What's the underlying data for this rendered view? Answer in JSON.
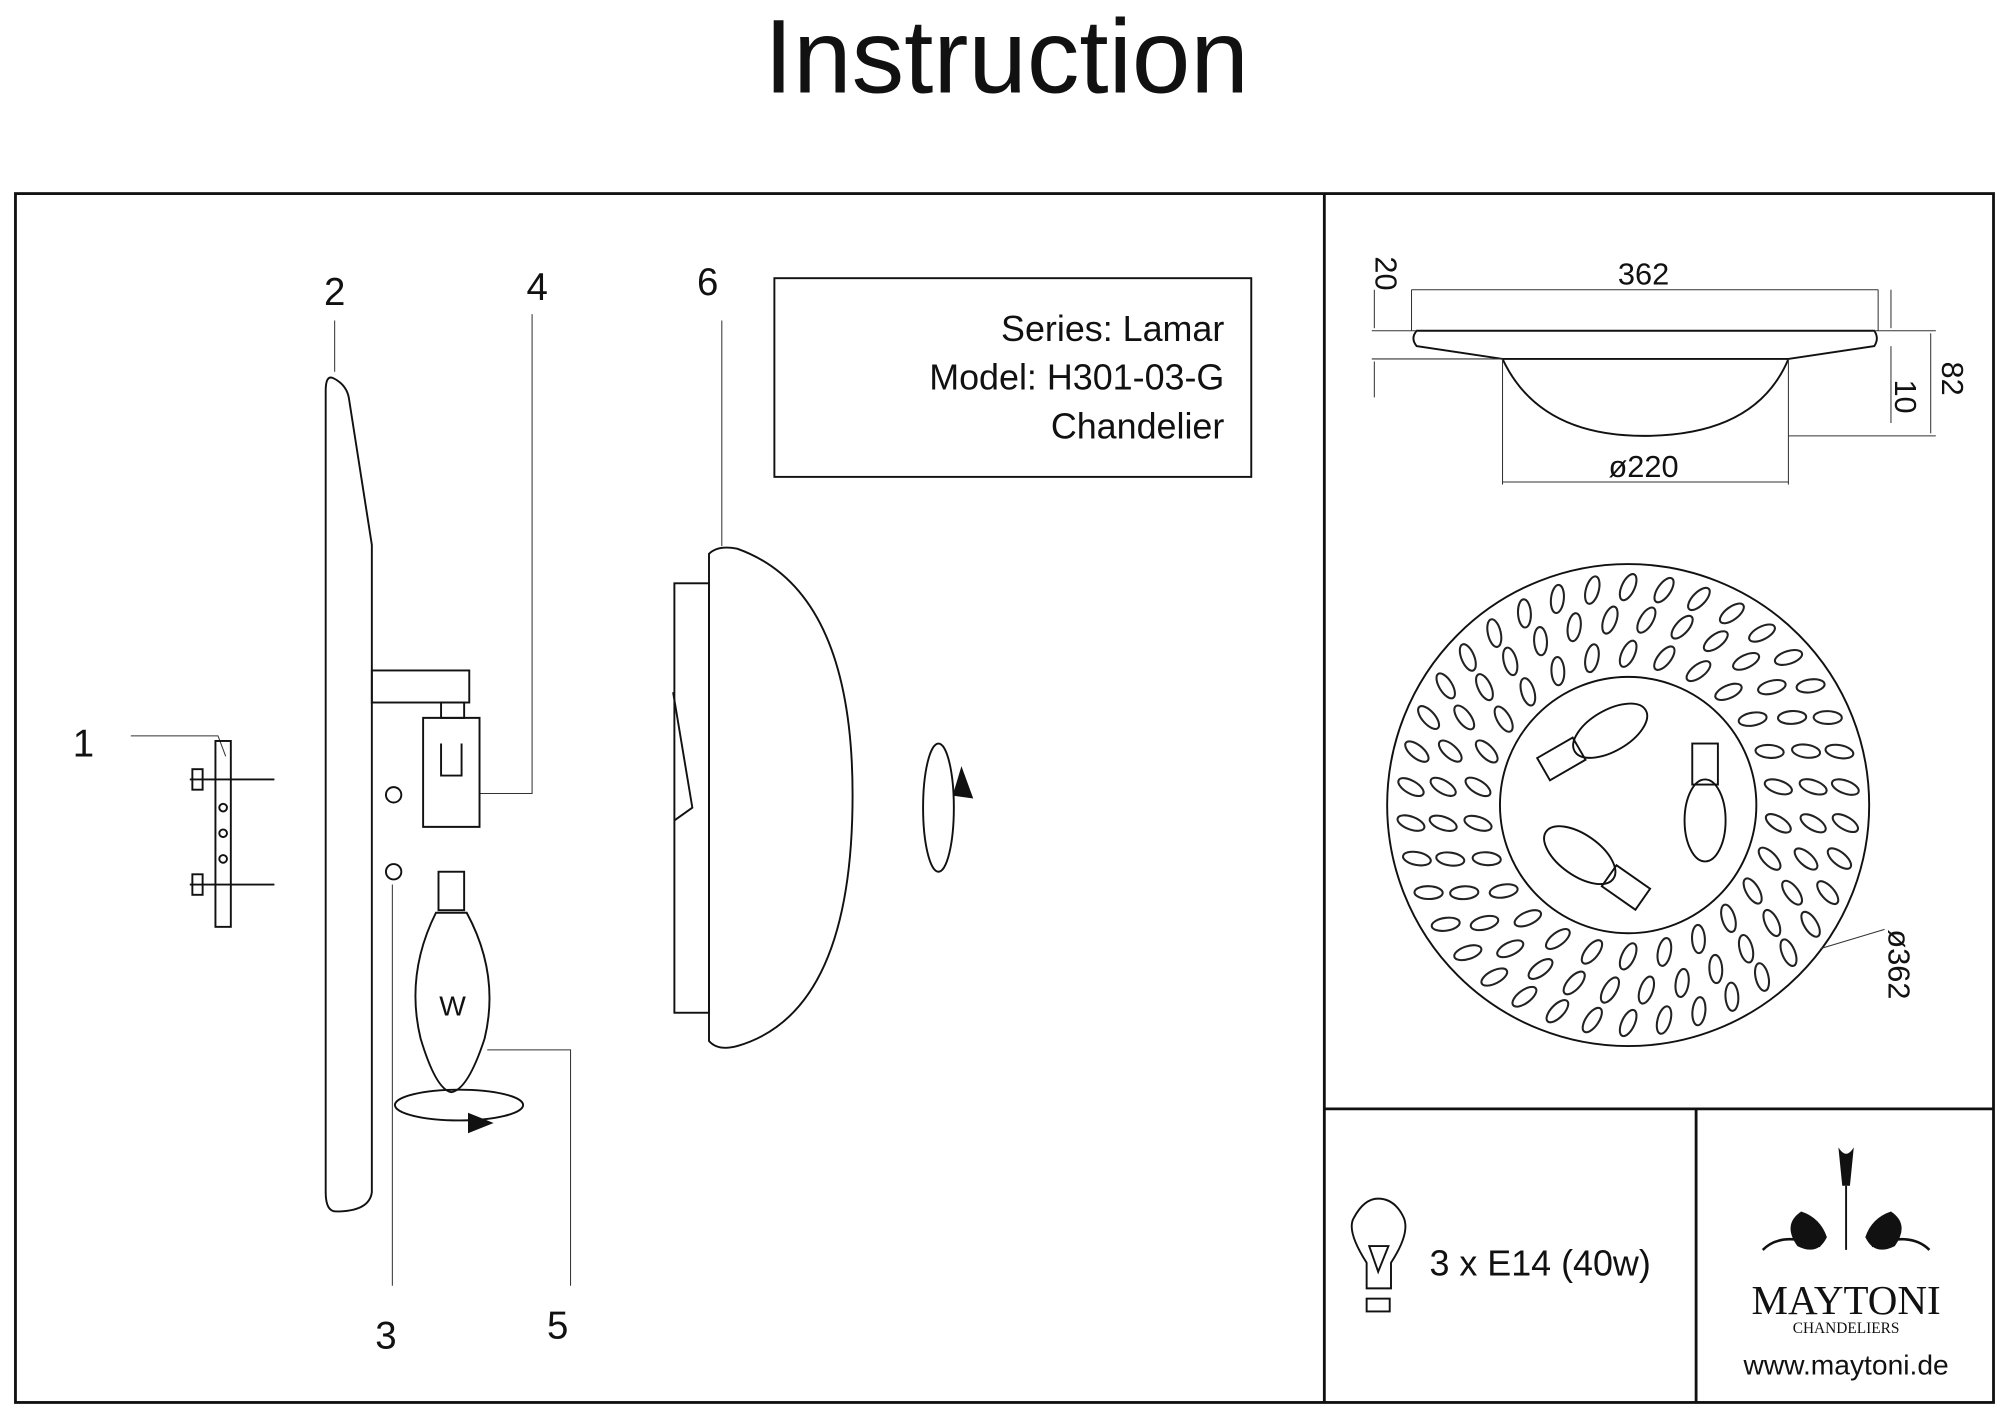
{
  "title": "Instruction",
  "info": {
    "series": "Series: Lamar",
    "model": "Model: H301-03-G",
    "type": "Chandelier"
  },
  "part_labels": [
    "1",
    "2",
    "3",
    "4",
    "5",
    "6"
  ],
  "dimensions": {
    "width": "362",
    "top_height": "20",
    "total_height": "82",
    "rim": "10",
    "shade_diameter": "ø220",
    "top_diameter": "ø362"
  },
  "bulb_marking": "W",
  "lamp_spec": "3 x E14 (40w)",
  "brand": {
    "name": "MAYTONI",
    "tagline": "CHANDELIERS",
    "website": "www.maytoni.de"
  }
}
